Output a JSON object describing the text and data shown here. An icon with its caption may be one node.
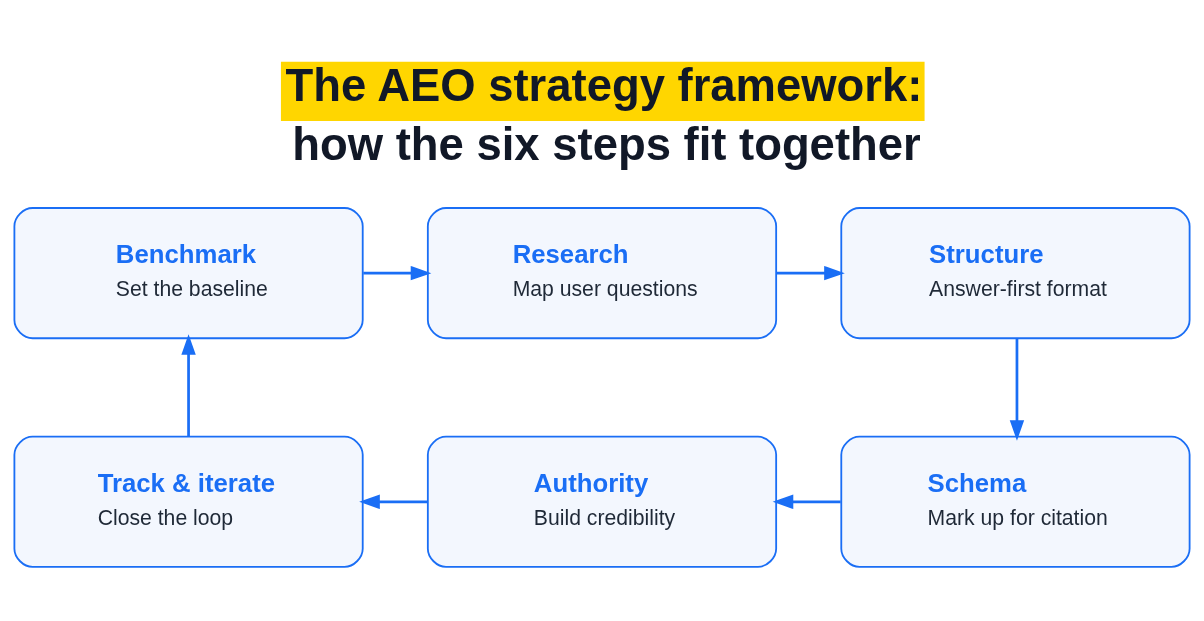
{
  "diagram": {
    "title": "The AEO strategy framework: how the six steps fit together",
    "nodes": [
      {
        "text": [
          "Benchmark",
          "Set the baseline"
        ]
      },
      {
        "text": [
          "Research",
          "Map user questions"
        ]
      },
      {
        "text": [
          "Structure",
          "Answer-first format"
        ]
      },
      {
        "text": [
          "Schema",
          "Mark up for citation"
        ]
      },
      {
        "text": [
          "Authority",
          "Build credibility"
        ]
      },
      {
        "text": [
          "Track & iterate",
          "Close the loop"
        ]
      }
    ],
    "edges": [
      {
        "from": 0,
        "to": 1,
        "arrow": "to"
      },
      {
        "from": 1,
        "to": 2,
        "arrow": "to"
      },
      {
        "from": 2,
        "to": 3,
        "arrow": "to"
      },
      {
        "from": 3,
        "to": 4,
        "arrow": "to"
      },
      {
        "from": 4,
        "to": 5,
        "arrow": "to"
      },
      {
        "from": 5,
        "to": 0,
        "arrow": "to"
      }
    ]
  }
}
